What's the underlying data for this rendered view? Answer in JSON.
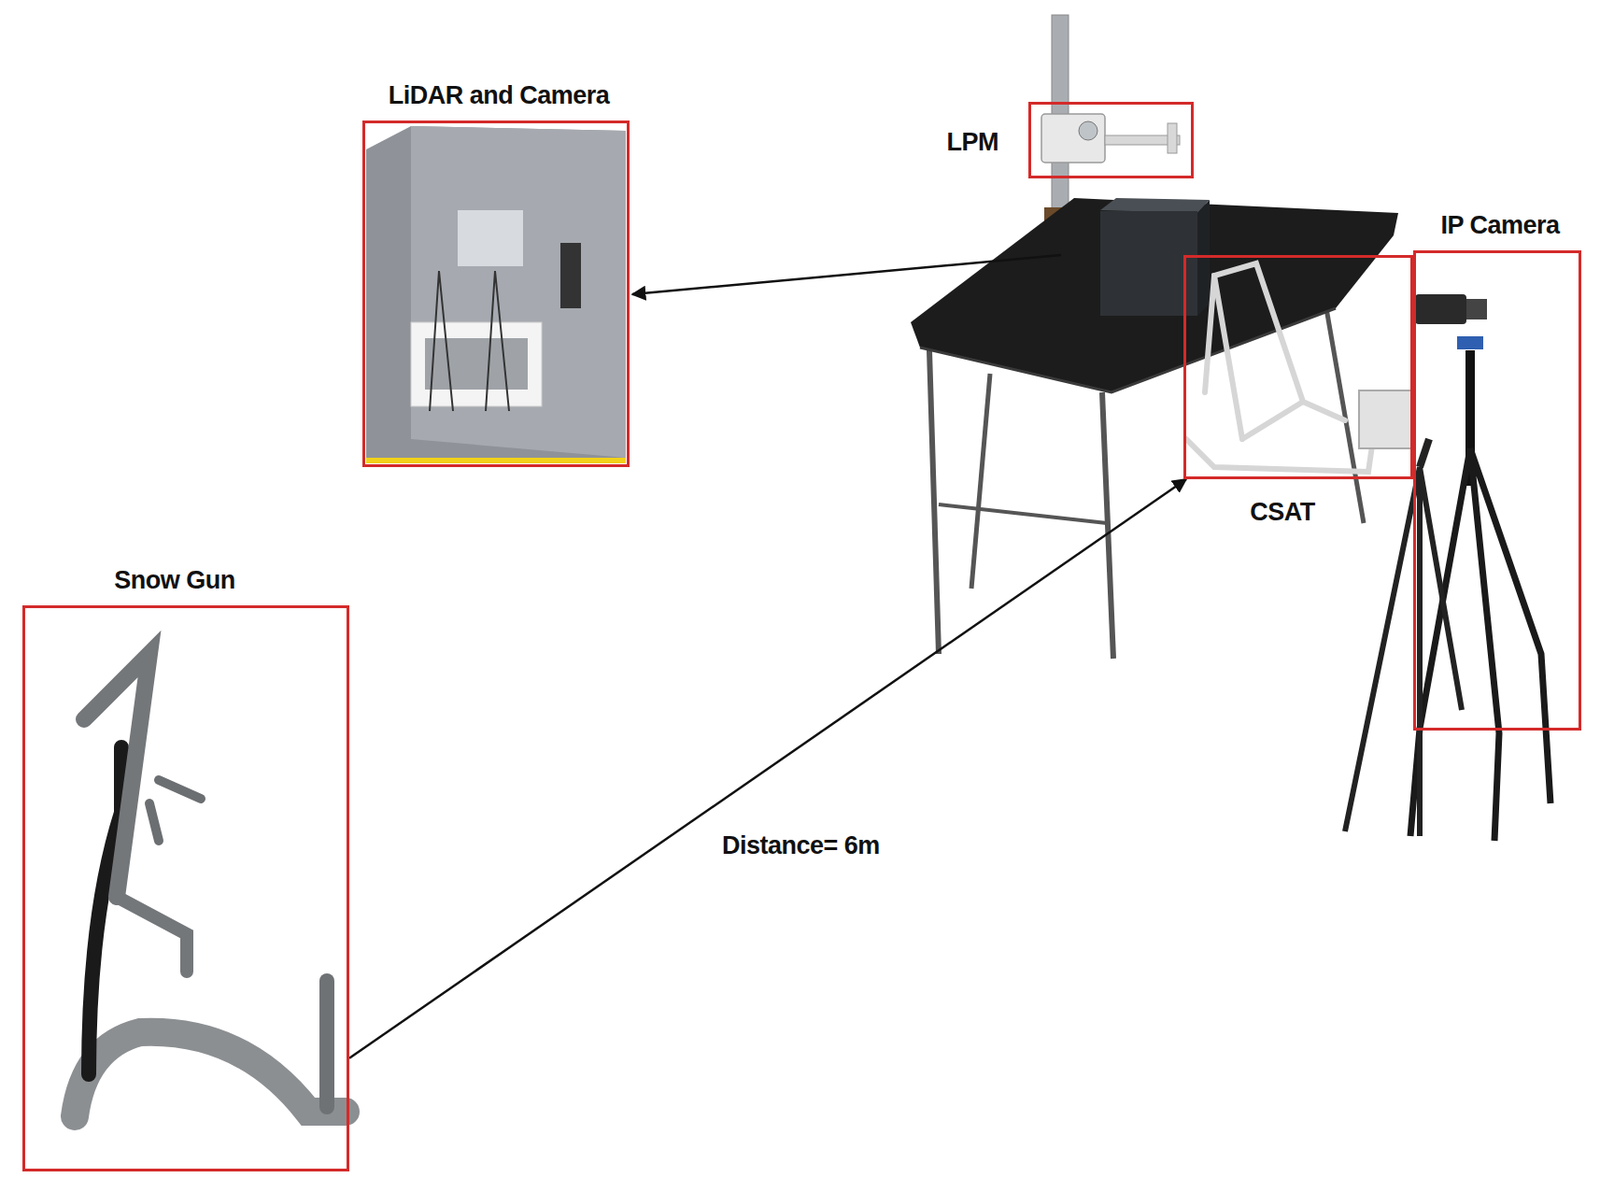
{
  "diagram": {
    "nodes": [
      {
        "text": [
          "LiDAR and Camera"
        ]
      },
      {
        "text": [
          "LPM"
        ]
      },
      {
        "text": [
          "IP Camera"
        ]
      },
      {
        "text": [
          "CSAT"
        ]
      },
      {
        "text": [
          "Snow Gun"
        ]
      }
    ],
    "edges": [
      {
        "from": 4,
        "to": 3,
        "arrow": "to",
        "label": "Distance= 6m"
      }
    ]
  }
}
